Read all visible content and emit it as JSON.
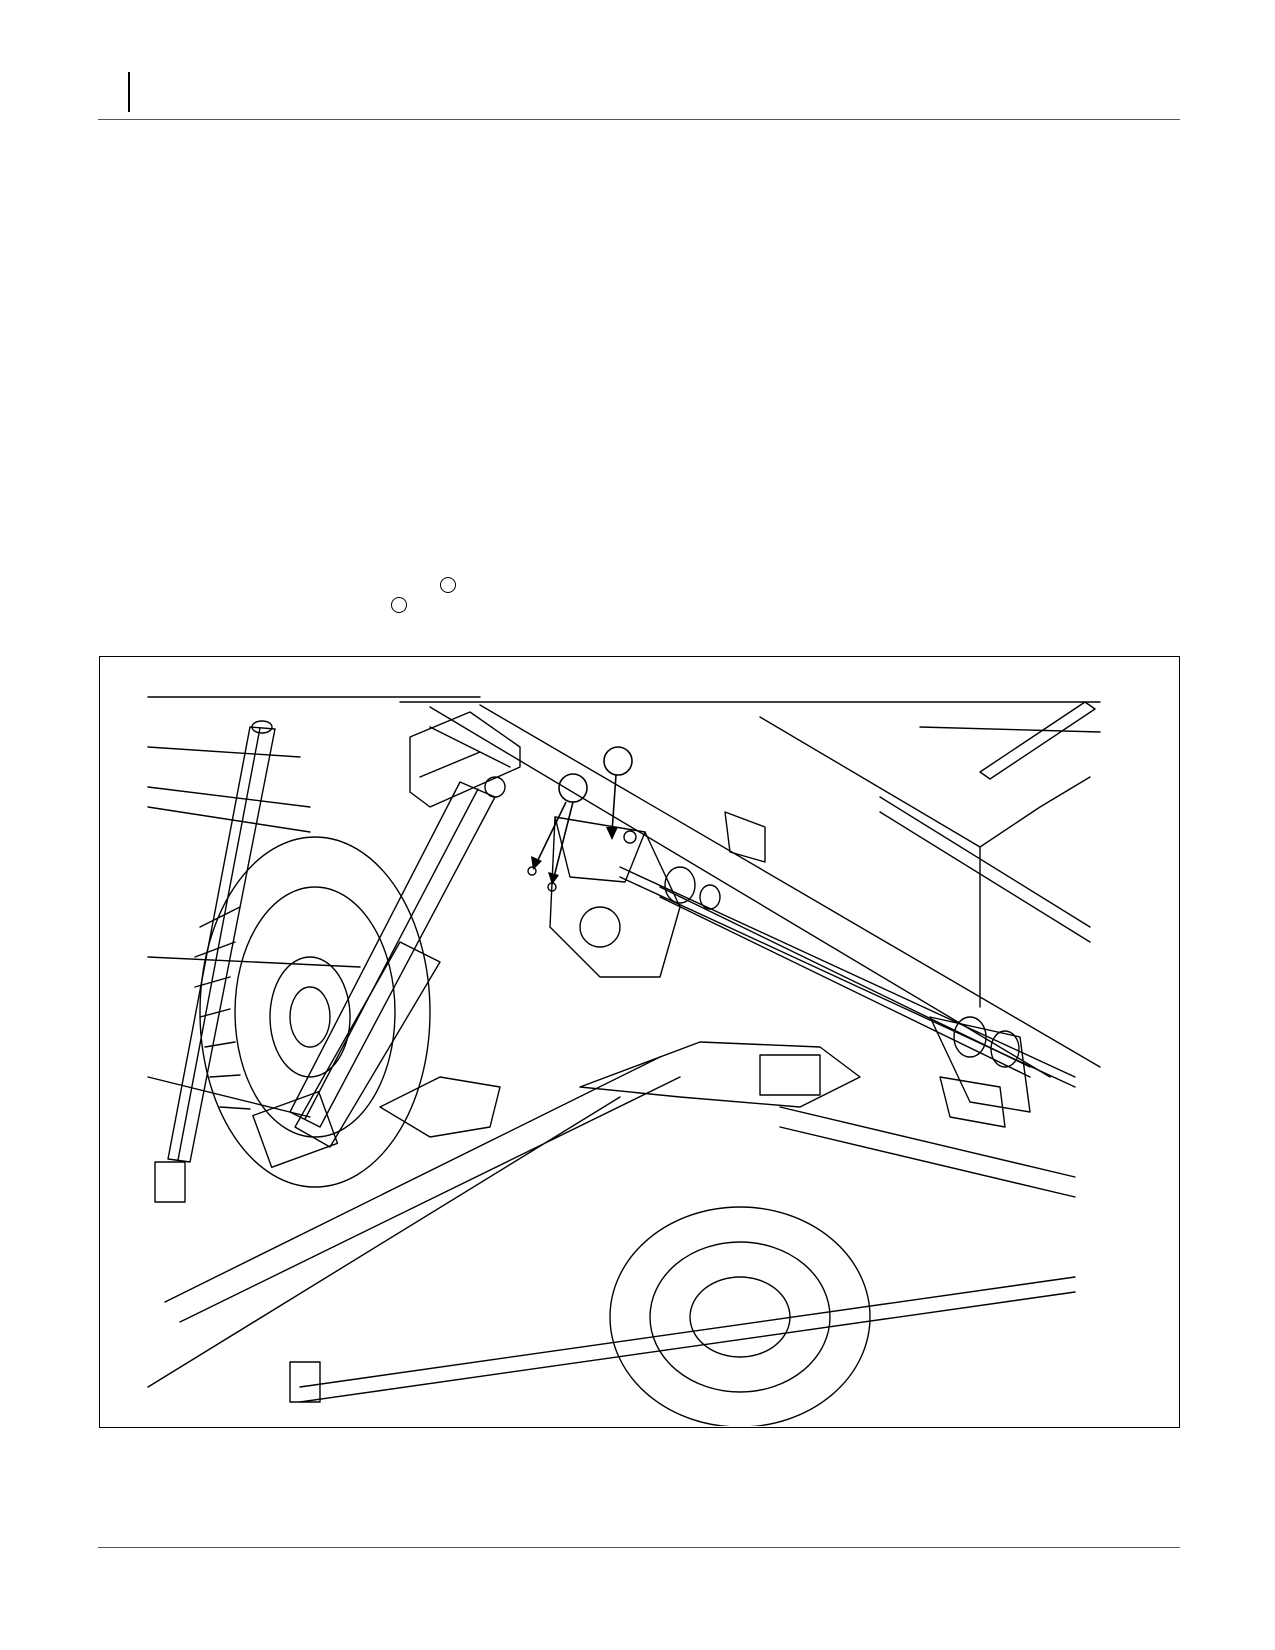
{
  "page": {
    "inline_callouts": [
      {
        "id": "callout-a",
        "label": ""
      },
      {
        "id": "callout-b",
        "label": ""
      }
    ]
  },
  "figure": {
    "callouts": [
      {
        "id": "figure-callout-left",
        "label": ""
      },
      {
        "id": "figure-callout-right",
        "label": ""
      }
    ]
  }
}
